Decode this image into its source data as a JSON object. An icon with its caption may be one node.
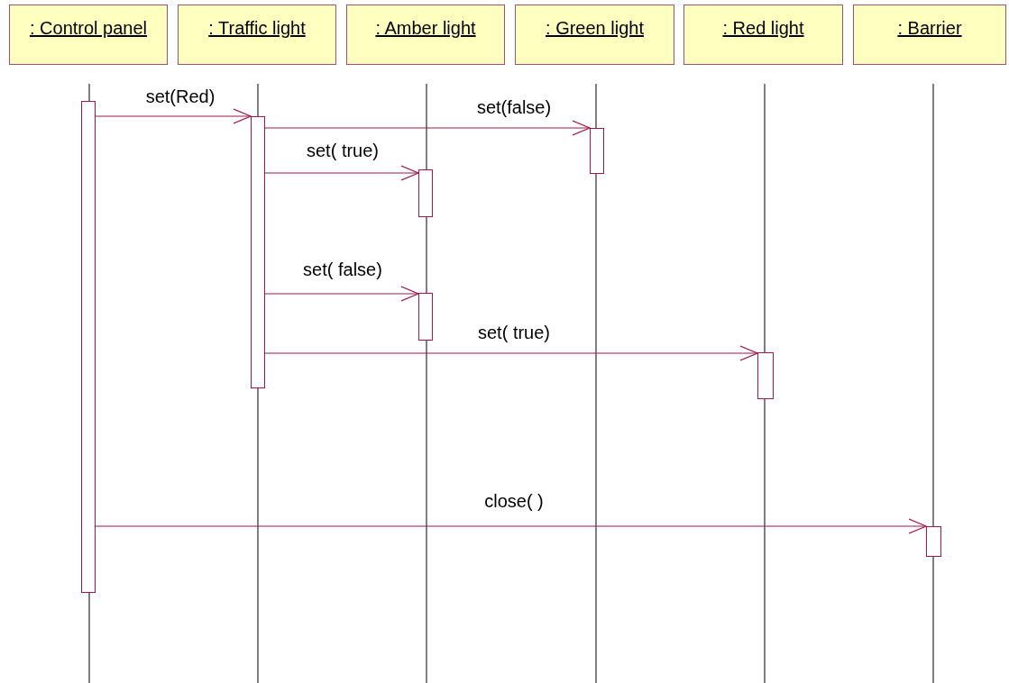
{
  "diagram": {
    "nodes": [
      {
        "text": [
          ": Control panel"
        ]
      },
      {
        "text": [
          ": Traffic light"
        ]
      },
      {
        "text": [
          ": Amber light"
        ]
      },
      {
        "text": [
          ": Green light"
        ]
      },
      {
        "text": [
          ": Red light"
        ]
      },
      {
        "text": [
          ": Barrier"
        ]
      },
      {
        "text": [],
        "shape": "bar"
      },
      {
        "text": [],
        "shape": "bar"
      },
      {
        "text": [],
        "shape": "bar"
      },
      {
        "text": [],
        "shape": "bar"
      },
      {
        "text": [],
        "shape": "bar"
      },
      {
        "text": [],
        "shape": "bar"
      },
      {
        "text": [],
        "shape": "bar"
      }
    ],
    "edges": [
      {
        "from": 6,
        "to": 7,
        "arrow": "to",
        "label": "set(Red)"
      },
      {
        "from": 7,
        "to": 10,
        "arrow": "to",
        "label": "set(false)"
      },
      {
        "from": 7,
        "to": 8,
        "arrow": "to",
        "label": "set( true)"
      },
      {
        "from": 7,
        "to": 9,
        "arrow": "to",
        "label": "set( false)"
      },
      {
        "from": 7,
        "to": 11,
        "arrow": "to",
        "label": "set( true)"
      },
      {
        "from": 6,
        "to": 12,
        "arrow": "to",
        "label": "close( )"
      }
    ]
  }
}
